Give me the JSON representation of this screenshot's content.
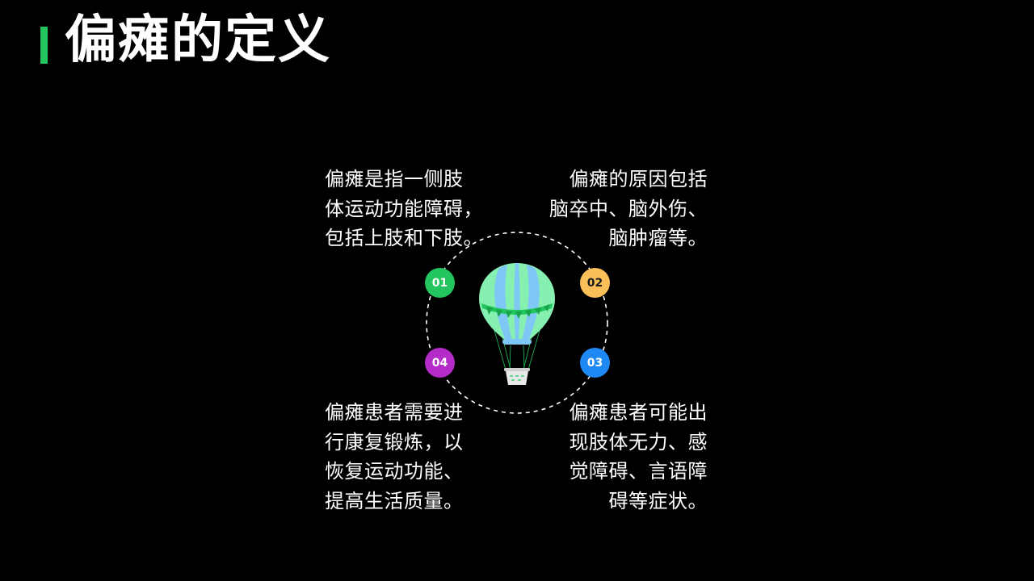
{
  "title": "偏瘫的定义",
  "colors": {
    "accent": "#22c55e",
    "badge_01": "#22c55e",
    "badge_02": "#fbbf5a",
    "badge_03": "#1e88f5",
    "badge_04": "#b52bc9"
  },
  "balloon_icon": "hot-air-balloon-icon",
  "items": [
    {
      "number": "01",
      "lines": [
        "偏瘫是指一侧肢",
        "体运动功能障碍，",
        "包括上肢和下肢。"
      ]
    },
    {
      "number": "02",
      "lines": [
        "偏瘫的原因包括",
        "脑卒中、脑外伤、",
        "脑肿瘤等。"
      ]
    },
    {
      "number": "03",
      "lines": [
        "偏瘫患者可能出",
        "现肢体无力、感",
        "觉障碍、言语障",
        "碍等症状。"
      ]
    },
    {
      "number": "04",
      "lines": [
        "偏瘫患者需要进",
        "行康复锻炼，以",
        "恢复运动功能、",
        "提高生活质量。"
      ]
    }
  ]
}
